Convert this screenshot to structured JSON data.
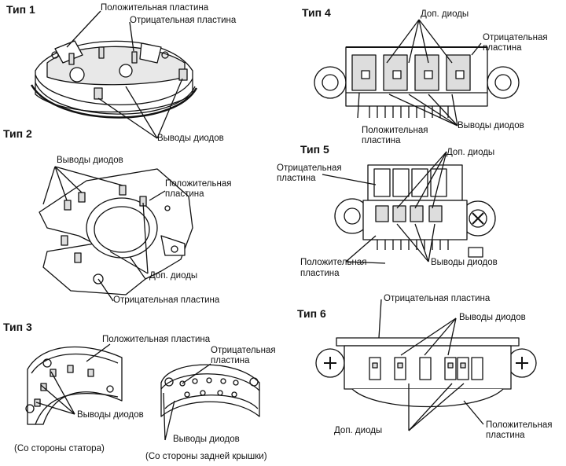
{
  "colors": {
    "ink": "#111111",
    "paper": "#ffffff",
    "shade": "#cfcfcf"
  },
  "type1": {
    "title": "Тип 1",
    "positive_plate": "Положительная пластина",
    "negative_plate": "Отрицательная пластина",
    "diode_leads": "Выводы диодов"
  },
  "type2": {
    "title": "Тип 2",
    "diode_leads": "Выводы диодов",
    "positive_plate_l1": "Положительная",
    "positive_plate_l2": "пластина",
    "extra_diodes": "Доп. диоды",
    "negative_plate": "Отрицательная пластина"
  },
  "type3": {
    "title": "Тип 3",
    "positive_plate": "Положительная пластина",
    "negative_plate_l1": "Отрицательная",
    "negative_plate_l2": "пластина",
    "diode_leads_left": "Выводы диодов",
    "diode_leads_right": "Выводы диодов",
    "stator_side": "(Со стороны статора)",
    "rear_cover_side": "(Со стороны задней крышки)"
  },
  "type4": {
    "title": "Тип 4",
    "extra_diodes": "Доп. диоды",
    "negative_plate_l1": "Отрицательная",
    "negative_plate_l2": "пластина",
    "positive_plate_l1": "Положительная",
    "positive_plate_l2": "пластина",
    "diode_leads": "Выводы диодов"
  },
  "type5": {
    "title": "Тип 5",
    "extra_diodes": "Доп. диоды",
    "negative_plate_l1": "Отрицательная",
    "negative_plate_l2": "пластина",
    "positive_plate_l1": "Положительная",
    "positive_plate_l2": "пластина",
    "diode_leads": "Выводы диодов"
  },
  "type6": {
    "title": "Тип 6",
    "negative_plate": "Отрицательная пластина",
    "diode_leads": "Выводы диодов",
    "extra_diodes": "Доп. диоды",
    "positive_plate_l1": "Положительная",
    "positive_plate_l2": "пластина"
  }
}
